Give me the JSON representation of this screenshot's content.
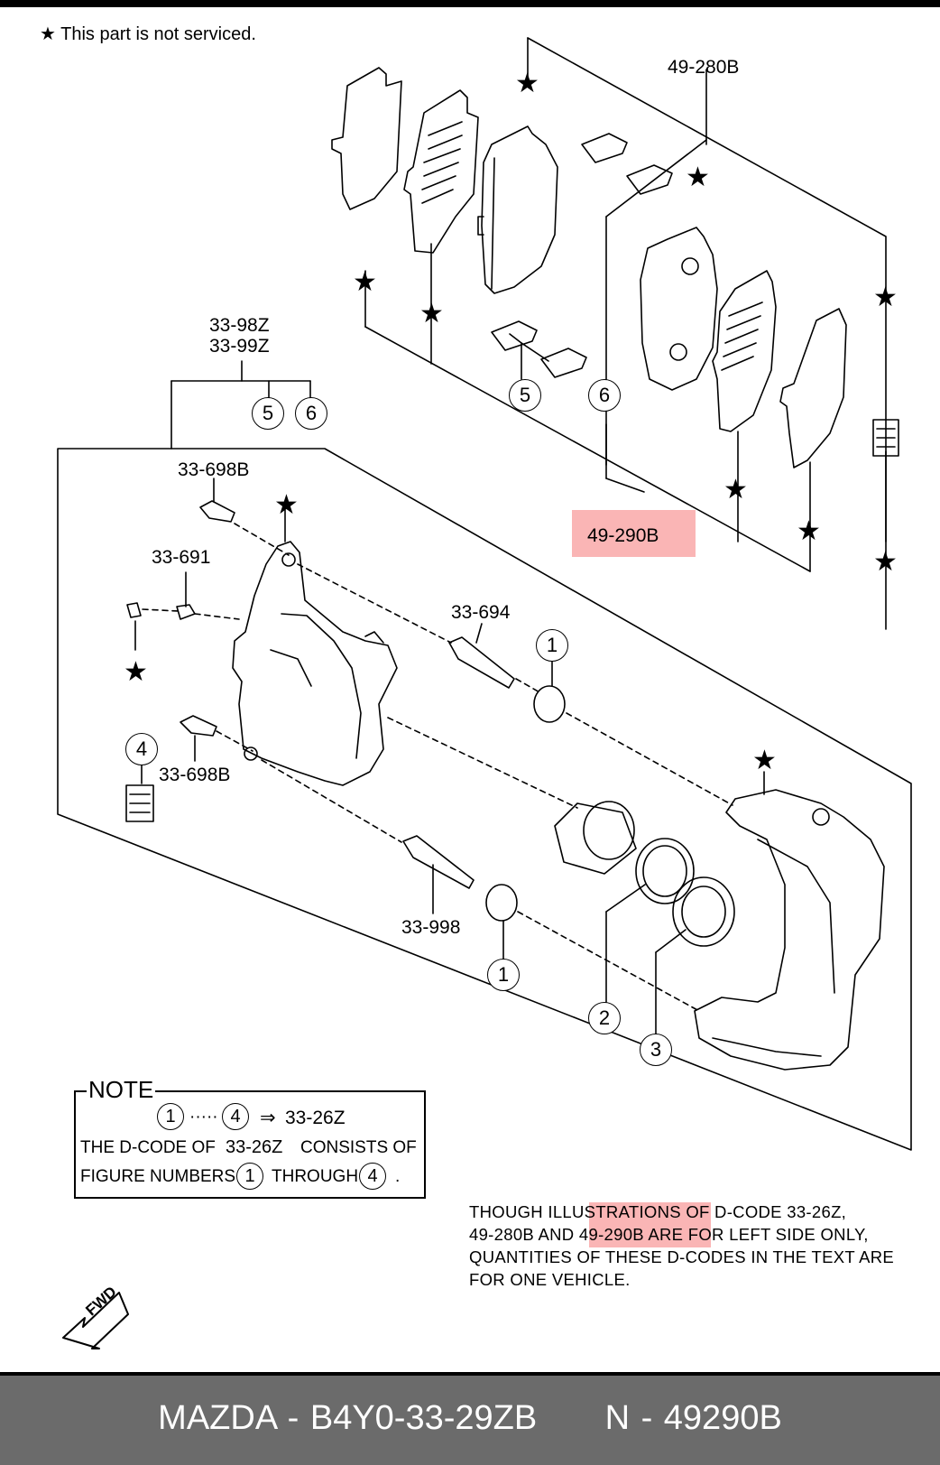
{
  "legend": {
    "star": "★",
    "text": "This part is not serviced."
  },
  "labels": {
    "p49_280B": "49-280B",
    "p33_98Z": "33-98Z",
    "p33_99Z": "33-99Z",
    "p33_698B_top": "33-698B",
    "p33_691": "33-691",
    "p33_694": "33-694",
    "p33_698B_bottom": "33-698B",
    "p33_998": "33-998",
    "p49_290B": "49-290B"
  },
  "callouts": [
    "1",
    "2",
    "3",
    "4",
    "5",
    "6"
  ],
  "note": {
    "title": "NOTE",
    "range_start": "1",
    "range_dots": "·····",
    "range_end": "4",
    "arrow": "⇒",
    "code": "33-26Z",
    "line1_a": "THE D-CODE OF",
    "line1_code": "33-26Z",
    "line1_b": "CONSISTS OF",
    "line2_a": "FIGURE NUMBERS",
    "line2_num1": "1",
    "line2_mid": "THROUGH",
    "line2_num2": "4",
    "line2_end": "."
  },
  "disclaimer": {
    "line1": "THOUGH ILLUSTRATIONS OF D-CODE 33-26Z,",
    "line2_a": "49-280B AND",
    "line2_code": "49-290B",
    "line2_b": "ARE FOR LEFT SIDE ONLY,",
    "line3": "QUANTITIES OF THESE D-CODES IN THE TEXT ARE",
    "line4": "FOR ONE VEHICLE."
  },
  "fwd_label": "FWD",
  "footer": {
    "brand": "MAZDA - B4Y0-33-29ZB",
    "number": "N - 49290B"
  },
  "colors": {
    "highlight": "#f45c5c",
    "footer_bg": "#6b6b6b",
    "footer_text": "#ffffff"
  }
}
